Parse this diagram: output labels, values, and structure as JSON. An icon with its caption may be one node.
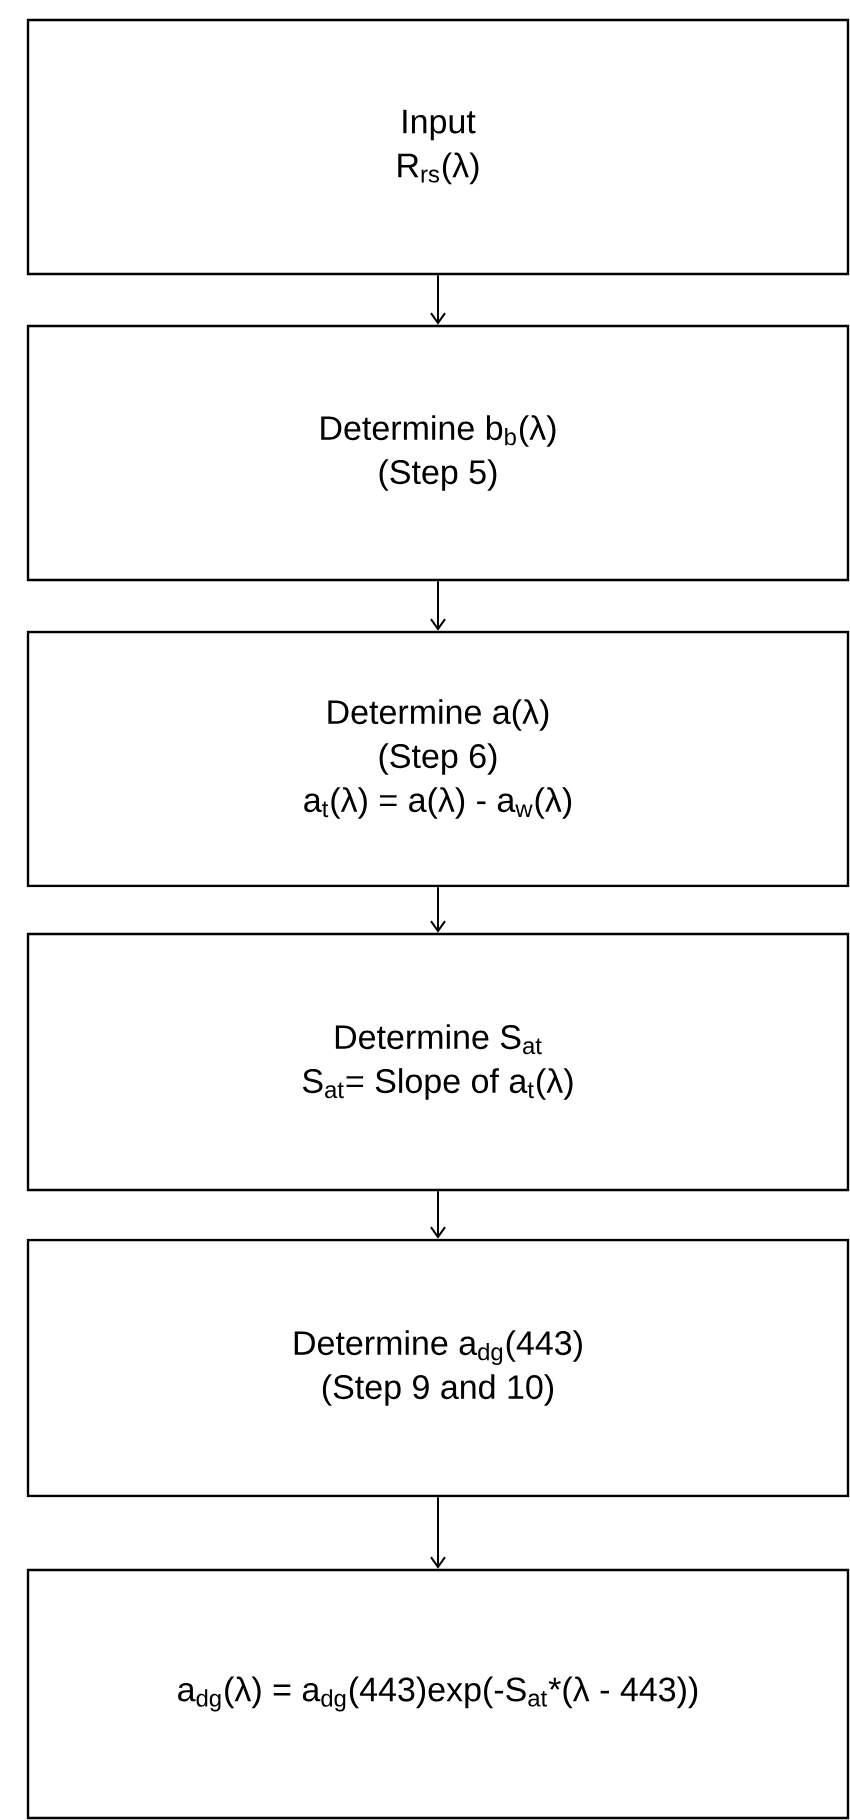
{
  "diagram": {
    "nodes": [
      {
        "text": [
          "Input",
          "R$_{rs}$(λ)"
        ]
      },
      {
        "text": [
          "Determine b$_{b}$(λ)",
          "(Step 5)"
        ]
      },
      {
        "text": [
          "Determine a(λ)",
          "(Step 6)",
          "a$_{t}$(λ) = a(λ) - a$_{w}$(λ)"
        ]
      },
      {
        "text": [
          "Determine S$_{at}$",
          "S$_{at}$= Slope of a$_{t}$(λ)"
        ]
      },
      {
        "text": [
          "Determine a$_{dg}$(443)",
          "(Step 9 and 10)"
        ]
      },
      {
        "text": [
          "a$_{dg}$(λ) = a$_{dg}$(443)exp(-S$_{at}$*(λ - 443))"
        ]
      }
    ],
    "edges": [
      {
        "from": 0,
        "to": 1,
        "arrow": "to"
      },
      {
        "from": 1,
        "to": 2,
        "arrow": "to"
      },
      {
        "from": 2,
        "to": 3,
        "arrow": "to"
      },
      {
        "from": 3,
        "to": 4,
        "arrow": "to"
      },
      {
        "from": 4,
        "to": 5,
        "arrow": "to"
      }
    ]
  }
}
